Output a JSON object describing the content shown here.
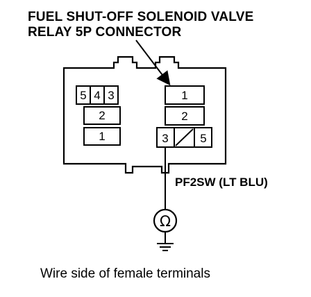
{
  "title": {
    "line1": "FUEL SHUT-OFF SOLENOID VALVE",
    "line2": "RELAY 5P CONNECTOR"
  },
  "left_block": {
    "row1": [
      "5",
      "4",
      "3"
    ],
    "row2": "2",
    "row3": "1"
  },
  "right_block": {
    "row1": "1",
    "row2": "2",
    "row3_left": "3",
    "row3_right": "5"
  },
  "wire_label": "PF2SW (LT BLU)",
  "meter_symbol": "Ω",
  "caption": "Wire side of female terminals"
}
